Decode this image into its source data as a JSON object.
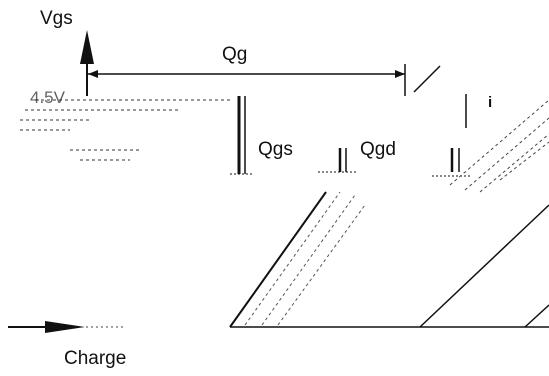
{
  "labels": {
    "vgs": "Vgs",
    "qg": "Qg",
    "qgs": "Qgs",
    "qgd": "Qgd",
    "charge": "Charge",
    "i": "i",
    "voltage": "4.5V"
  },
  "colors": {
    "ink": "#111111",
    "background": "#ffffff"
  }
}
